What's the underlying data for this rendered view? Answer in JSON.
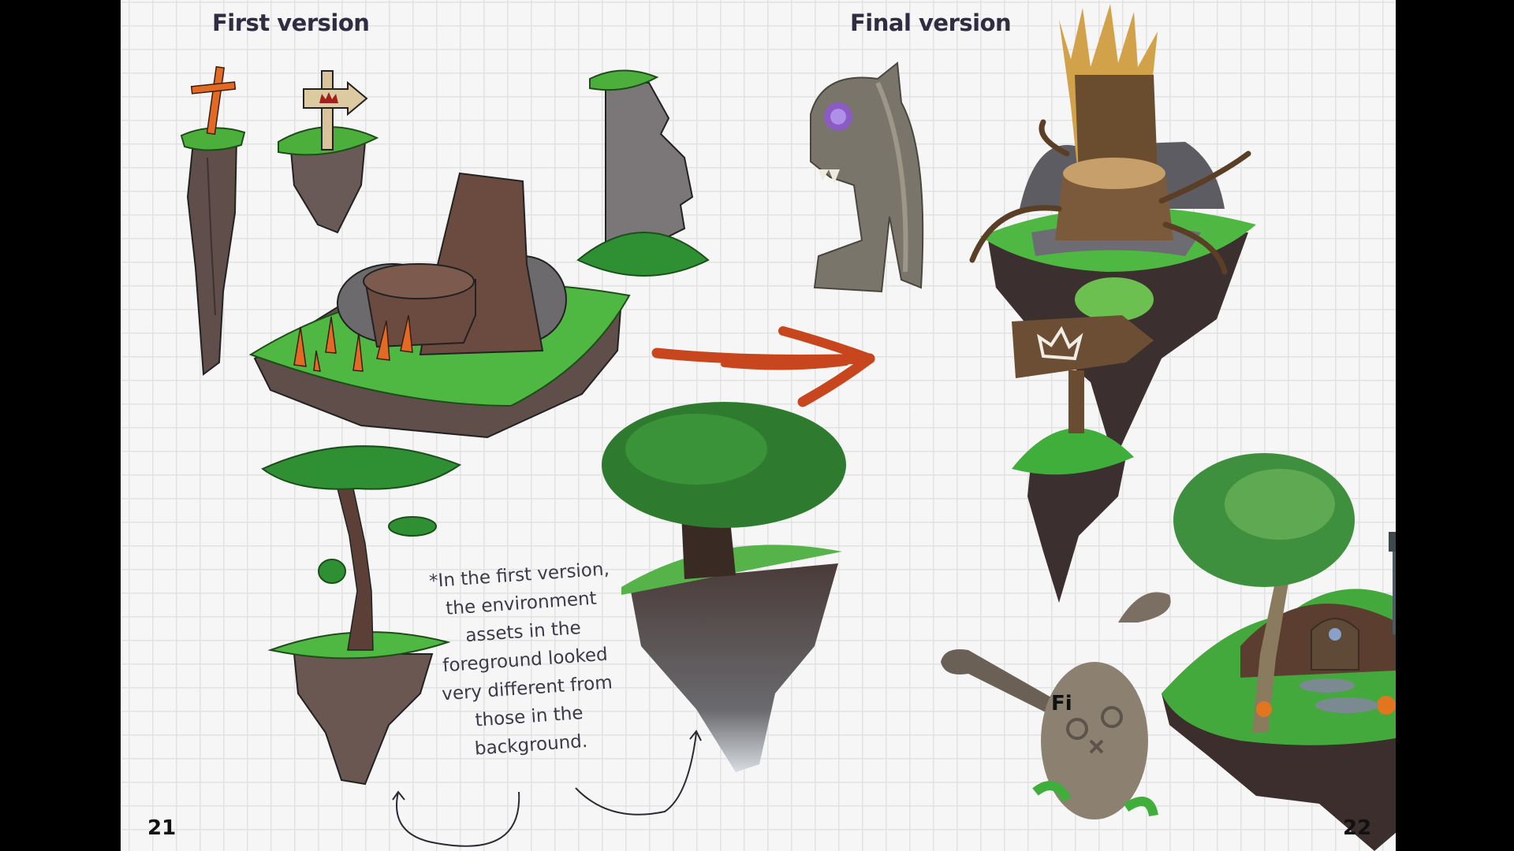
{
  "spread": {
    "left_page": {
      "heading": "First version",
      "page_number": "21",
      "note_lines": [
        "*In the first version,",
        "the environment",
        "assets in the",
        "foreground looked",
        "very different from",
        "those in the",
        "background."
      ],
      "assets": [
        "carrot-cross-pillar-island",
        "crown-signpost-island",
        "tree-stump-throne-island",
        "moai-stone-head",
        "acacia-tree-island",
        "painted-tree-island"
      ]
    },
    "right_page": {
      "heading": "Final version",
      "page_number": "22",
      "cropped_label": "Fi",
      "assets": [
        "hooded-stone-statue",
        "root-stump-throne-island",
        "crown-signpost-island",
        "broken-bunny-statue",
        "hobbit-hole-tree-island"
      ]
    },
    "transition_arrow": "orange-brush-arrow"
  },
  "colors": {
    "page_bg": "#f6f6f6",
    "grid_line": "#e2e2e2",
    "heading_text": "#2f2d42",
    "note_text": "#3c3a48",
    "arrow_orange": "#c8461e",
    "grass_green": "#3fae3a",
    "rock_brown": "#5f4a44",
    "letterbox": "#000000"
  }
}
